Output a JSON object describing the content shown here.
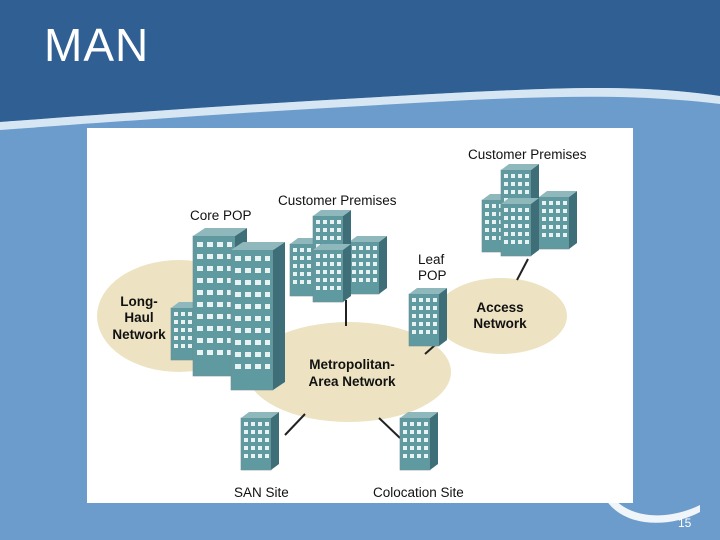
{
  "slide": {
    "title": "MAN",
    "page_number": "15"
  },
  "diagram": {
    "labels": {
      "customer_premises_top": "Customer Premises",
      "customer_premises_mid": "Customer Premises",
      "core_pop": "Core POP",
      "leaf_pop_line1": "Leaf",
      "leaf_pop_line2": "POP",
      "long_haul_line1": "Long-",
      "long_haul_line2": "Haul",
      "long_haul_line3": "Network",
      "access_line1": "Access",
      "access_line2": "Network",
      "metro_line1": "Metropolitan-",
      "metro_line2": "Area Network",
      "san_site": "SAN Site",
      "colocation_site": "Colocation Site"
    },
    "icons": [
      "building-icon"
    ]
  },
  "colors": {
    "background_dark": "#2f5f93",
    "background_light": "#6b9ccc",
    "ellipse_fill": "#ede3c2",
    "building_front": "#5f9aa0",
    "building_side": "#3e6f78"
  }
}
